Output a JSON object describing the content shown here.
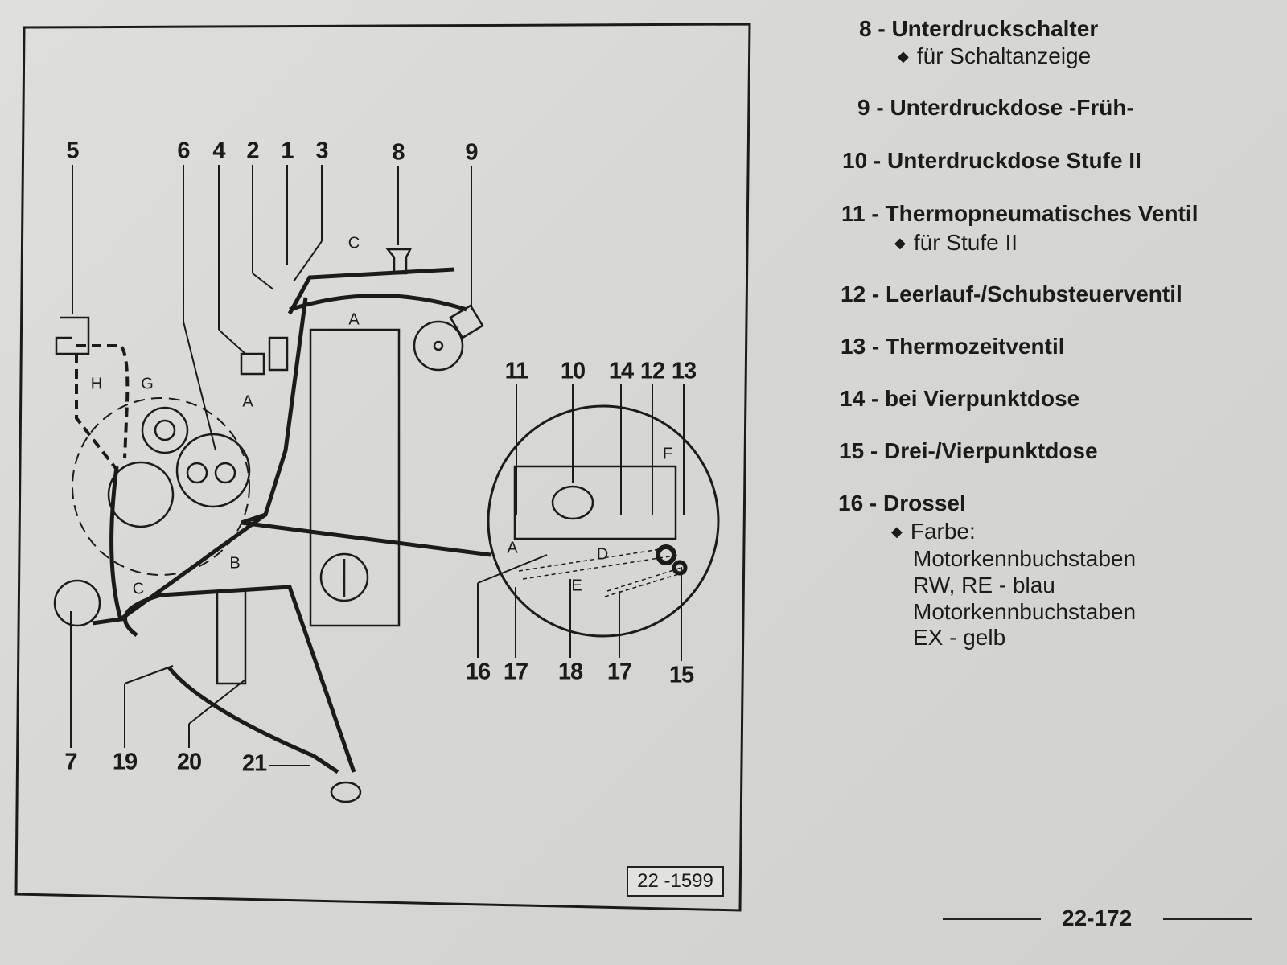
{
  "figure": {
    "code": "22 -1599",
    "callouts": [
      "5",
      "6",
      "4",
      "2",
      "1",
      "3",
      "8",
      "9",
      "11",
      "10",
      "14",
      "12",
      "13",
      "16",
      "17",
      "18",
      "17",
      "15",
      "7",
      "19",
      "20",
      "21"
    ],
    "letters": [
      "C",
      "A",
      "A",
      "H",
      "G",
      "B",
      "C",
      "F",
      "A",
      "D",
      "E"
    ]
  },
  "legend": {
    "items": [
      {
        "label": "8 - Unterdruckschalter",
        "sub": [
          "für Schaltanzeige"
        ]
      },
      {
        "label": "9 - Unterdruckdose -Früh-"
      },
      {
        "label": "10 - Unterdruckdose Stufe II"
      },
      {
        "label": "11 - Thermopneumatisches Ventil",
        "sub": [
          "für Stufe II"
        ]
      },
      {
        "label": "12 - Leerlauf-/Schubsteuerventil"
      },
      {
        "label": "13 - Thermozeitventil"
      },
      {
        "label": "14 - bei Vierpunktdose"
      },
      {
        "label": "15 - Drei-/Vierpunktdose"
      },
      {
        "label": "16 - Drossel",
        "sub": [
          "Farbe:"
        ],
        "lines": [
          "Motorkennbuchstaben",
          "RW, RE - blau",
          "Motorkennbuchstaben",
          "EX - gelb"
        ]
      }
    ]
  },
  "page": {
    "number": "22-172"
  },
  "colors": {
    "paper": "#dcdcd8",
    "ink": "#1b1b1b"
  }
}
